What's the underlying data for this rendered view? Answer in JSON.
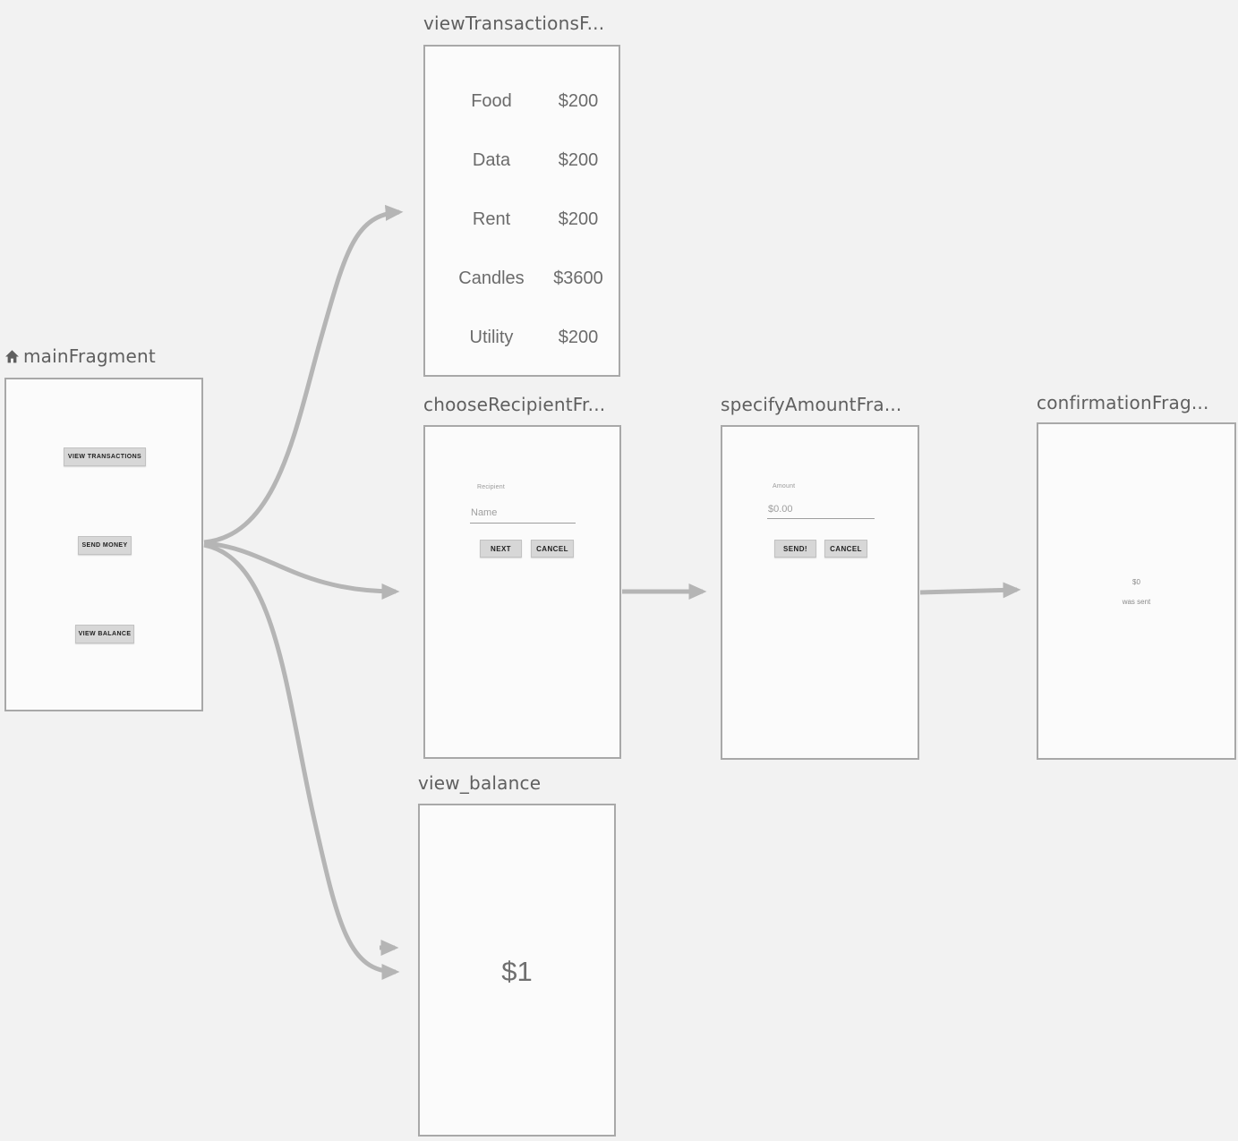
{
  "editor": {
    "colors": {
      "background": "#f2f2f2",
      "card_background": "#fbfbfb",
      "card_border": "#a8a8a8",
      "arrow": "#b5b5b5",
      "title_text": "#5f5f5f",
      "button_fill": "#d7d7d7"
    }
  },
  "fragments": {
    "main": {
      "title": "mainFragment",
      "icon": "home-icon",
      "buttons": [
        "VIEW TRANSACTIONS",
        "SEND MONEY",
        "VIEW BALANCE"
      ]
    },
    "view_transactions": {
      "title": "viewTransactionsF...",
      "rows": [
        {
          "label": "Food",
          "amount": "$200"
        },
        {
          "label": "Data",
          "amount": "$200"
        },
        {
          "label": "Rent",
          "amount": "$200"
        },
        {
          "label": "Candles",
          "amount": "$3600"
        },
        {
          "label": "Utility",
          "amount": "$200"
        }
      ]
    },
    "choose_recipient": {
      "title": "chooseRecipientFr...",
      "field_label": "Recipient",
      "field_placeholder": "Name",
      "next_button": "NEXT",
      "cancel_button": "CANCEL"
    },
    "specify_amount": {
      "title": "specifyAmountFra...",
      "field_label": "Amount",
      "field_value": "$0.00",
      "send_button": "SEND!",
      "cancel_button": "CANCEL"
    },
    "confirmation": {
      "title": "confirmationFrag...",
      "amount": "$0",
      "message": "was sent"
    },
    "view_balance": {
      "title": "view_balance",
      "balance": "$1"
    }
  }
}
